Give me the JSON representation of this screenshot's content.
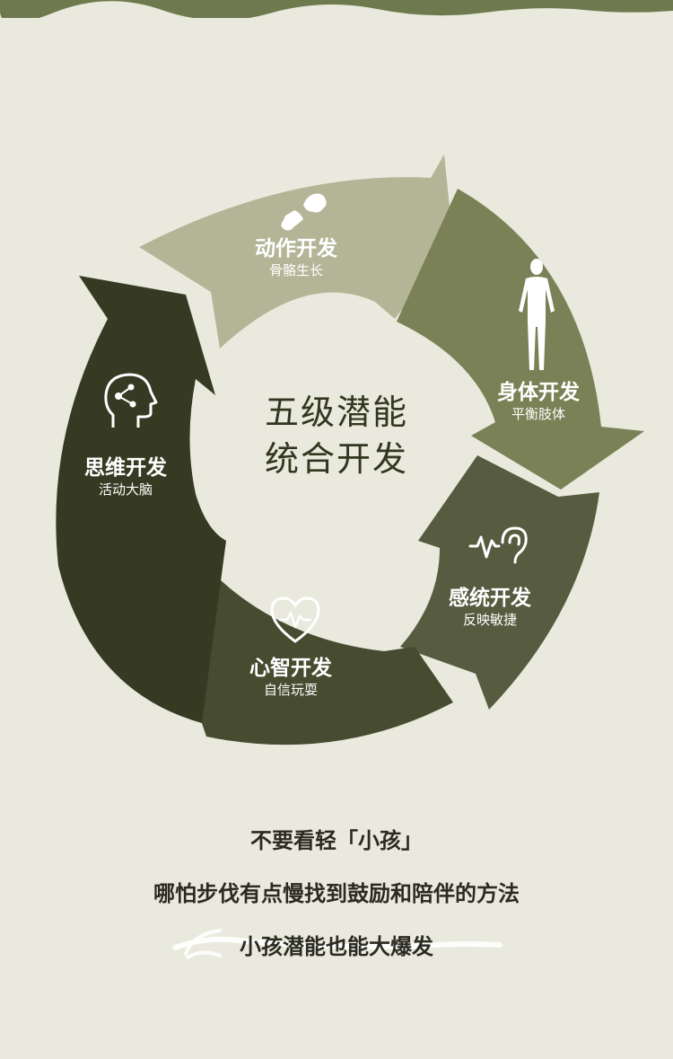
{
  "colors": {
    "background": "#e9e9dd",
    "top_strip": "#6e7a4e",
    "motor": "#b3b596",
    "body": "#7b8156",
    "sensory": "#575b3f",
    "mind": "#474b30",
    "thinking": "#363a22"
  },
  "center": {
    "line1": "五级潜能",
    "line2": "统合开发"
  },
  "segments": [
    {
      "title": "动作开发",
      "subtitle": "骨骼生长",
      "icon": "bones-icon"
    },
    {
      "title": "身体开发",
      "subtitle": "平衡肢体",
      "icon": "human-body-icon"
    },
    {
      "title": "感统开发",
      "subtitle": "反映敏捷",
      "icon": "ear-icon"
    },
    {
      "title": "心智开发",
      "subtitle": "自信玩耍",
      "icon": "heart-pulse-icon"
    },
    {
      "title": "思维开发",
      "subtitle": "活动大脑",
      "icon": "brain-head-icon"
    }
  ],
  "bottom": {
    "line1": "不要看轻「小孩」",
    "line2": "哪怕步伐有点慢找到鼓励和陪伴的方法",
    "line3": "小孩潜能也能大爆发"
  }
}
